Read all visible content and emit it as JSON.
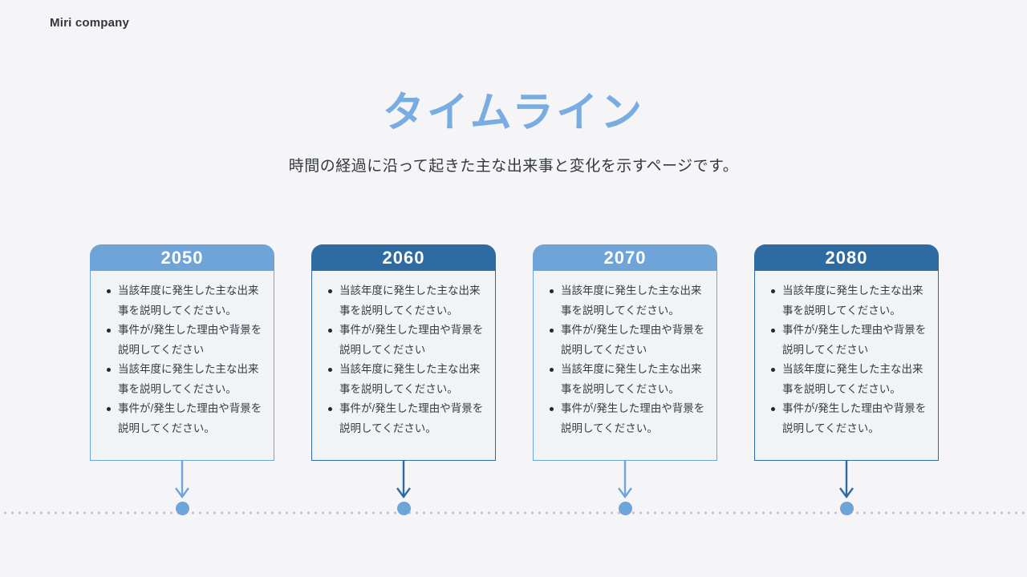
{
  "logo": "Miri company",
  "title": "タイムライン",
  "subtitle": "時間の経過に沿って起きた主な出来事と変化を示すページです。",
  "colors": {
    "light_blue": "#6FA4D9",
    "dark_blue": "#2E6BA3",
    "title_blue": "#79ACE0",
    "dot_blue": "#6FA4D9",
    "axis_dot_grey": "#C6C7CB",
    "background": "#F5F4F6",
    "card_body_bg": "#F1F4F7",
    "text_dark": "#373B42"
  },
  "timeline": {
    "cards": [
      {
        "year": "2050",
        "variant": "light",
        "bullets": [
          "当該年度に発生した主な出来事を説明してください。",
          "事件が/発生した理由や背景を説明してください",
          "当該年度に発生した主な出来事を説明してください。",
          "事件が/発生した理由や背景を説明してください。"
        ]
      },
      {
        "year": "2060",
        "variant": "dark",
        "bullets": [
          "当該年度に発生した主な出来事を説明してください。",
          "事件が/発生した理由や背景を説明してください",
          "当該年度に発生した主な出来事を説明してください。",
          "事件が/発生した理由や背景を説明してください。"
        ]
      },
      {
        "year": "2070",
        "variant": "light",
        "bullets": [
          "当該年度に発生した主な出来事を説明してください。",
          "事件が/発生した理由や背景を説明してください",
          "当該年度に発生した主な出来事を説明してください。",
          "事件が/発生した理由や背景を説明してください。"
        ]
      },
      {
        "year": "2080",
        "variant": "dark",
        "bullets": [
          "当該年度に発生した主な出来事を説明してください。",
          "事件が/発生した理由や背景を説明してください",
          "当該年度に発生した主な出来事を説明してください。",
          "事件が/発生した理由や背景を説明してください。"
        ]
      }
    ]
  }
}
